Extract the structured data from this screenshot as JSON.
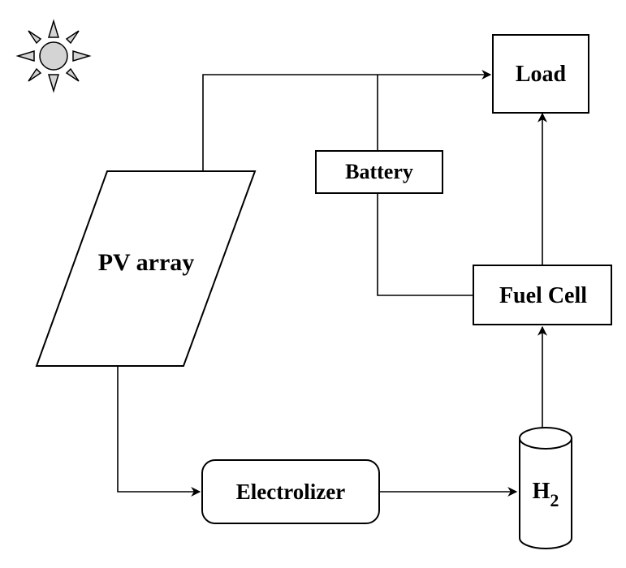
{
  "nodes": {
    "load": "Load",
    "battery": "Battery",
    "pv_array": "PV array",
    "fuel_cell": "Fuel Cell",
    "electrolizer": "Electrolizer",
    "hydrogen_tank": {
      "base": "H",
      "subscript": "2"
    }
  },
  "icons": {
    "sun": "sun-icon"
  },
  "colors": {
    "stroke": "#000000",
    "sun_fill": "#d4d4d4",
    "background": "#ffffff"
  }
}
